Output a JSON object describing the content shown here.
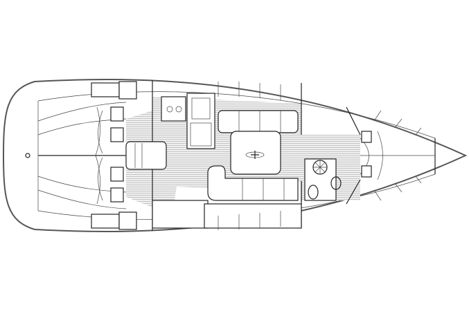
{
  "colors": {
    "background": "#ffffff",
    "line": "#222222",
    "floor": "#e6e6e6",
    "hull_outline": "#555555"
  },
  "diagram": {
    "parts": [
      "hull",
      "aft-cabins",
      "cockpit-seat",
      "galley",
      "saloon-settee",
      "saloon-table",
      "head",
      "forward-cabin",
      "floorboards",
      "compass-rose"
    ]
  }
}
